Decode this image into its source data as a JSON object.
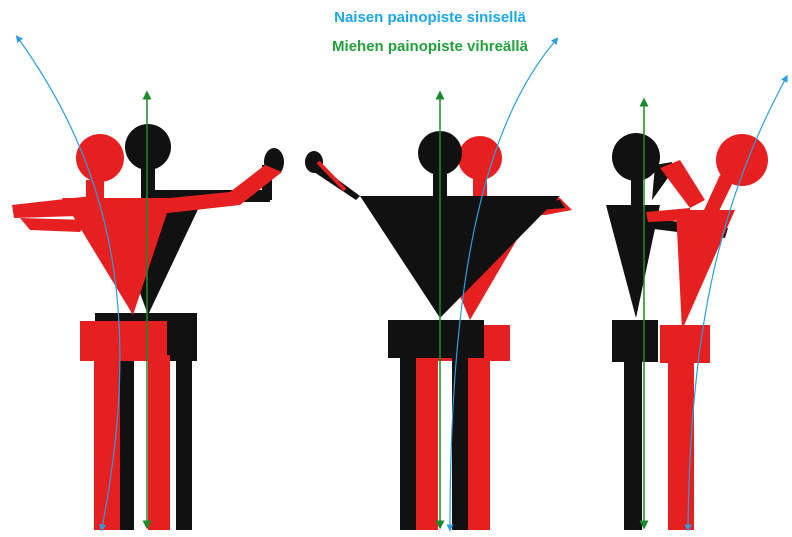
{
  "legend": {
    "woman_label": "Naisen painopiste sinisellä",
    "man_label": "Miehen painopiste vihreällä"
  },
  "colors": {
    "man": "#111111",
    "woman": "#e62020",
    "woman_line": "#2a9ee0",
    "man_line": "#1a8a2a",
    "legend_blue": "#1aa7e8",
    "legend_green": "#22a03a"
  },
  "figures": [
    {
      "name": "pose-1",
      "description_key": "woman-left-man-center"
    },
    {
      "name": "pose-2",
      "description_key": "man-center-woman-right"
    },
    {
      "name": "pose-3",
      "description_key": "man-left-woman-right-lean"
    }
  ]
}
